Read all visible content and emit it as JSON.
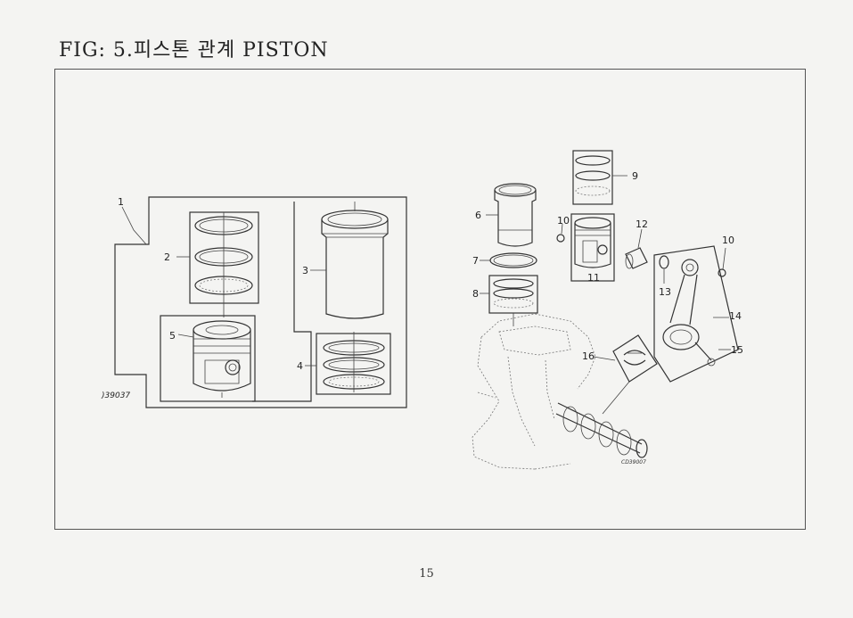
{
  "title": "FIG: 5.피스톤 관계 PISTON",
  "page_number": "15",
  "left_diagram": {
    "code": ")39037",
    "callouts": [
      "1",
      "2",
      "3",
      "4",
      "5"
    ]
  },
  "right_diagram": {
    "code": "CD39007",
    "callouts": [
      "6",
      "7",
      "8",
      "9",
      "10",
      "11",
      "12",
      "10",
      "13",
      "14",
      "15",
      "16"
    ]
  }
}
